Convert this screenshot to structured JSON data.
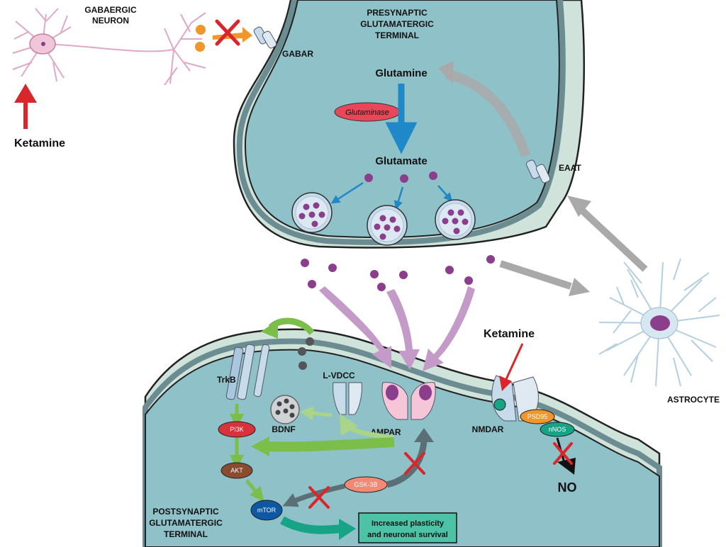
{
  "labels": {
    "gabaergic_neuron": [
      "GABAERGIC",
      "NEURON"
    ],
    "ketamine_left": "Ketamine",
    "presynaptic": [
      "PRESYNAPTIC",
      "GLUTAMATERGIC",
      "TERMINAL"
    ],
    "gabar": "GABAR",
    "glutamine": "Glutamine",
    "glutaminase": "Glutaminase",
    "glutamate": "Glutamate",
    "eaat": "EAAT",
    "astrocyte": "ASTROCYTE",
    "ketamine_right": "Ketamine",
    "trkb": "TrkB",
    "lvdcc": "L-VDCC",
    "bdnf": "BDNF",
    "ampar": "AMPAR",
    "nmdar": "NMDAR",
    "psd95": "PSD95",
    "nnos": "nNOS",
    "no": "NO",
    "pi3k": "PI3K",
    "akt": "AKT",
    "gsk3b": "GSK-3B",
    "mtor": "mTOR",
    "postsynaptic": [
      "POSTSYNAPTIC",
      "GLUTAMATERGIC",
      "TERMINAL"
    ],
    "outcome": [
      "Increased plasticity",
      "and neuronal survival"
    ]
  },
  "colors": {
    "terminal_fill": "#8fc1c8",
    "glia_fill": "#cfe3da",
    "vesicle_fill": "#c7dceb",
    "glutamate_dot": "#8a3e8c",
    "blue_arrow": "#1e88c8",
    "grey_arrow": "#a9a9a9",
    "pink_arrow": "#c49ac8",
    "green_arrow": "#7bbf4a",
    "red_mark": "#d9262b",
    "pi3k": "#d8323a",
    "akt": "#8a4b2e",
    "gsk3b": "#f08a76",
    "mtor": "#0e57a2",
    "psd95": "#f0962b",
    "nnos": "#17a486",
    "outcome_fill": "#4cc3a6"
  }
}
